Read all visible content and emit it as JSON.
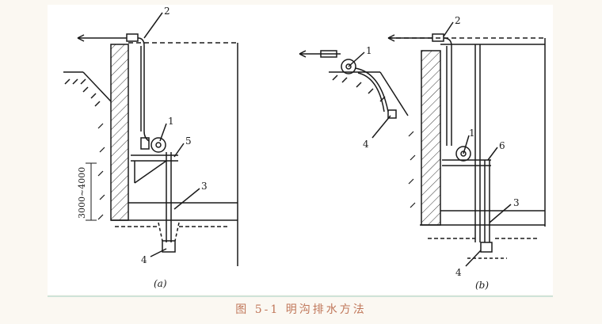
{
  "caption": "图 5-1 明沟排水方法",
  "colors": {
    "caption": "#c0775a",
    "background": "#fbf8f2",
    "rule": "#cfe3d8",
    "ink": "#1a1a1a"
  },
  "diagram_a": {
    "panel_label": "(a)",
    "dimension_label": "3000~4000",
    "callouts": [
      "1",
      "2",
      "3",
      "4",
      "5"
    ]
  },
  "diagram_b": {
    "panel_label": "(b)",
    "callouts": [
      "1",
      "1",
      "2",
      "3",
      "4",
      "4",
      "6"
    ]
  }
}
